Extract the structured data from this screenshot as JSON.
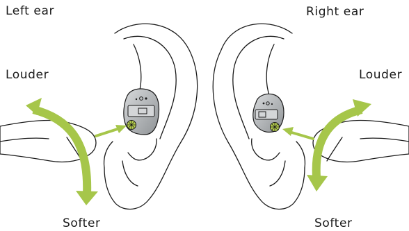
{
  "labels": {
    "left_ear": "Left ear",
    "right_ear": "Right ear",
    "louder_left": "Louder",
    "louder_right": "Louder",
    "softer_left": "Softer",
    "softer_right": "Softer"
  },
  "colors": {
    "arrow_green": "#a6c64a",
    "outline": "#1a1a1a",
    "device_grey": "#b5b8bb"
  }
}
